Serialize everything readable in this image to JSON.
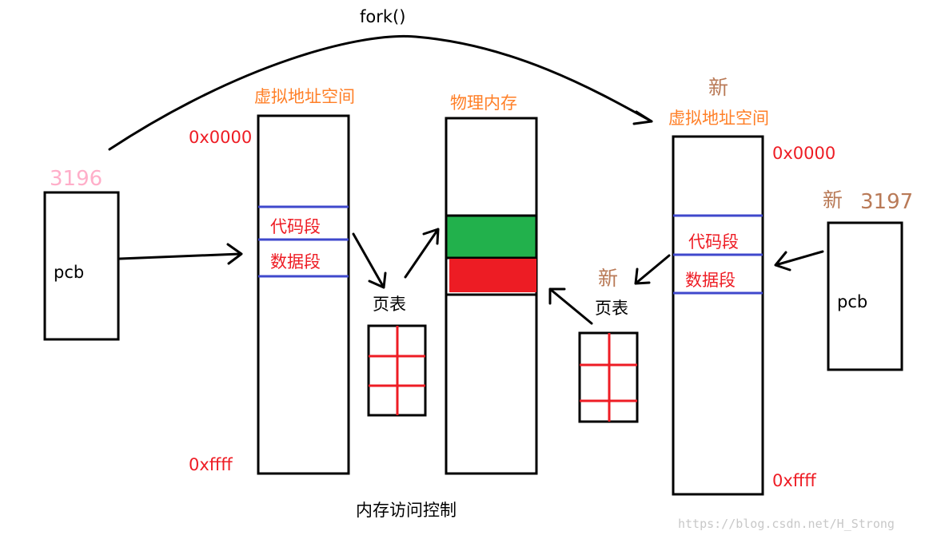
{
  "title": "fork()",
  "parent": {
    "pid": "3196",
    "pcb_label": "pcb",
    "vspace_label": "虚拟地址空间",
    "addr_start": "0x0000",
    "addr_end": "0xffff",
    "code_segment": "代码段",
    "data_segment": "数据段",
    "page_table_label": "页表"
  },
  "physical_memory": {
    "label": "物理内存",
    "colors": {
      "block1": "#22b14c",
      "block2": "#ed1c24"
    }
  },
  "child": {
    "new_prefix": "新",
    "pid": "3197",
    "pcb_label": "pcb",
    "vspace_label": "虚拟地址空间",
    "addr_start": "0x0000",
    "addr_end": "0xffff",
    "code_segment": "代码段",
    "data_segment": "数据段",
    "page_table_label": "页表"
  },
  "caption": "内存访问控制",
  "watermark": "https://blog.csdn.net/H_Strong"
}
